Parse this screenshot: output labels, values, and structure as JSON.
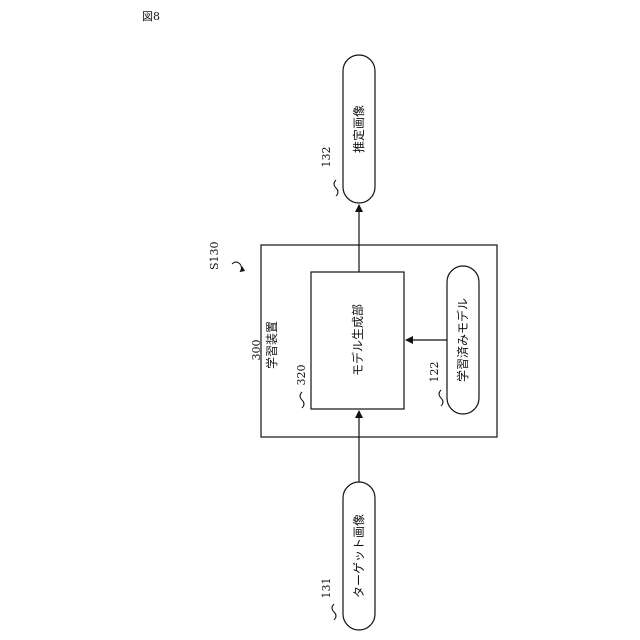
{
  "figure_label": "図8",
  "step_label": "S130",
  "nodes": {
    "target_image": {
      "label": "ターゲット画像",
      "ref": "131"
    },
    "estimated_image": {
      "label": "推定画像",
      "ref": "132"
    },
    "learning_device": {
      "label": "学習装置",
      "ref": "300"
    },
    "model_generator": {
      "label": "モデル生成部",
      "ref": "320"
    },
    "trained_model": {
      "label": "学習済みモデル",
      "ref": "122"
    }
  }
}
